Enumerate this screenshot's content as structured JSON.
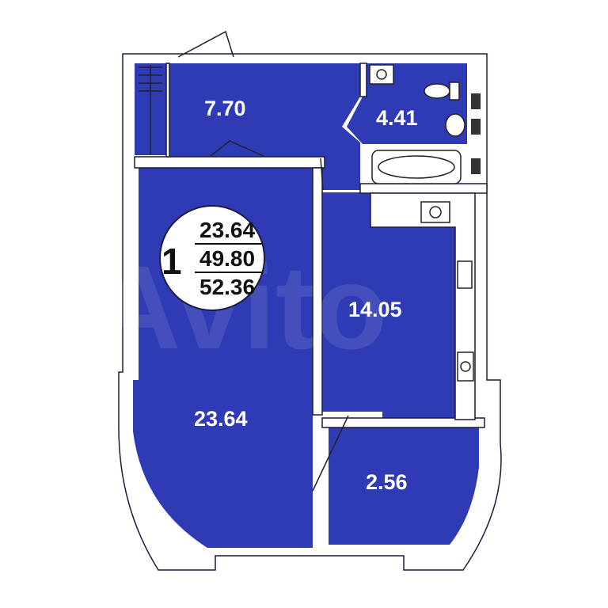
{
  "plan": {
    "rooms_count": "1",
    "areas": {
      "living": "23.64",
      "total": "49.80",
      "total_with_balcony": "52.36"
    },
    "room_labels": {
      "hall": "7.70",
      "bathroom": "4.41",
      "kitchen": "14.05",
      "living_room": "23.64",
      "balcony": "2.56"
    },
    "watermark": "Avito"
  },
  "colors": {
    "room_fill": "#2f3bb5",
    "wall": "#ffffff",
    "outline": "#1b1b40"
  }
}
